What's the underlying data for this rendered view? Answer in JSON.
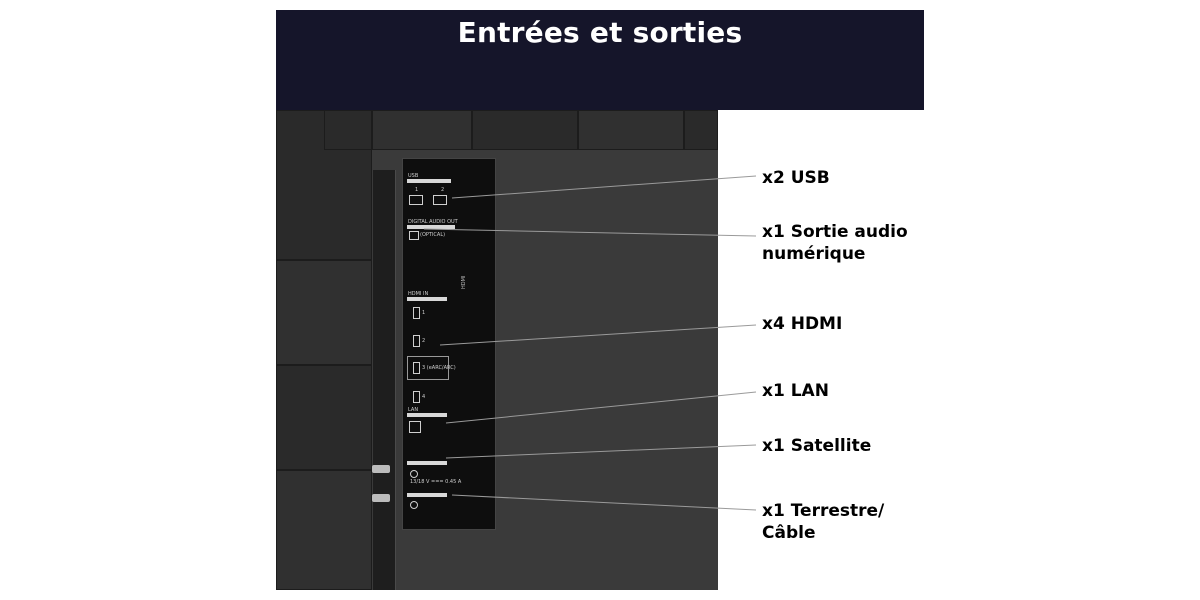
{
  "title": "Entrées et sorties",
  "labels": [
    {
      "id": "usb",
      "text": "x2 USB"
    },
    {
      "id": "audio",
      "text": "x1 Sortie audio\nnumérique"
    },
    {
      "id": "hdmi",
      "text": "x4 HDMI"
    },
    {
      "id": "lan",
      "text": "x1 LAN"
    },
    {
      "id": "satellite",
      "text": "x1 Satellite"
    },
    {
      "id": "terrestrial",
      "text": "x1 Terrestre/\nCâble"
    }
  ],
  "panel": {
    "usb_label": "USB",
    "usb_1": "1",
    "usb_2": "2",
    "audio_label": "DIGITAL AUDIO OUT",
    "optical": "(OPTICAL)",
    "hdmi_label": "HDMI IN",
    "hdmi_1": "1",
    "hdmi_2": "2",
    "hdmi_3": "3 (eARC/ARC)",
    "hdmi_4": "4",
    "lan_label": "LAN",
    "sat_power": "13/18 V === 0.45 A",
    "hdmi_logo": "HDMI"
  },
  "colors": {
    "header_bg": "#15152a",
    "title_text": "#ffffff",
    "callout_line": "#9a9a9a"
  }
}
